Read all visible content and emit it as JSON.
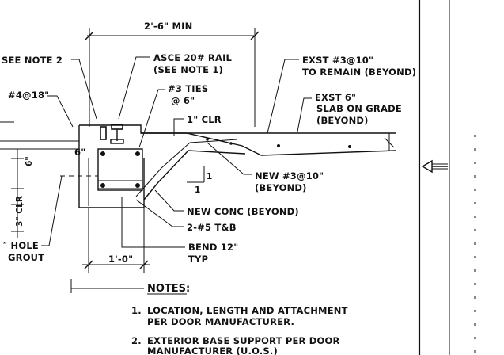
{
  "labels": {
    "dim_top": "2'-6\" MIN",
    "see_note_2": "SEE NOTE 2",
    "rail_1": "ASCE 20# RAIL",
    "rail_2": "(SEE NOTE 1)",
    "bar_4018": "#4@18\"",
    "ties_1": "#3 TIES",
    "ties_2": "@ 6\"",
    "clr_1": "1\" CLR",
    "exst_3010_1": "EXST #3@10\"",
    "exst_3010_2": "TO REMAIN (BEYOND)",
    "exst_slab_1": "EXST 6\"",
    "exst_slab_2": "SLAB ON GRADE",
    "exst_slab_3": "(BEYOND)",
    "dim_6_a": "6\"",
    "dim_6_b": "6\"",
    "dim_3_clr": "3\" CLR",
    "slope_1": "1",
    "slope_2": "1",
    "new_3010_1": "NEW #3@10\"",
    "new_3010_2": "(BEYOND)",
    "new_conc": "NEW CONC (BEYOND)",
    "bars_2_5": "2-#5 T&B",
    "hole_1": "″ HOLE",
    "hole_2": "GROUT",
    "bend_1": "BEND 12\"",
    "bend_2": "TYP",
    "dim_1_0": "1'-0\""
  },
  "notes": {
    "title": "NOTES:",
    "items": [
      {
        "num": "1.",
        "line1": "LOCATION, LENGTH AND ATTACHMENT",
        "line2": "PER DOOR MANUFACTURER."
      },
      {
        "num": "2.",
        "line1": "EXTERIOR BASE SUPPORT PER DOOR",
        "line2": "MANUFACTURER (U.O.S.)"
      }
    ]
  }
}
